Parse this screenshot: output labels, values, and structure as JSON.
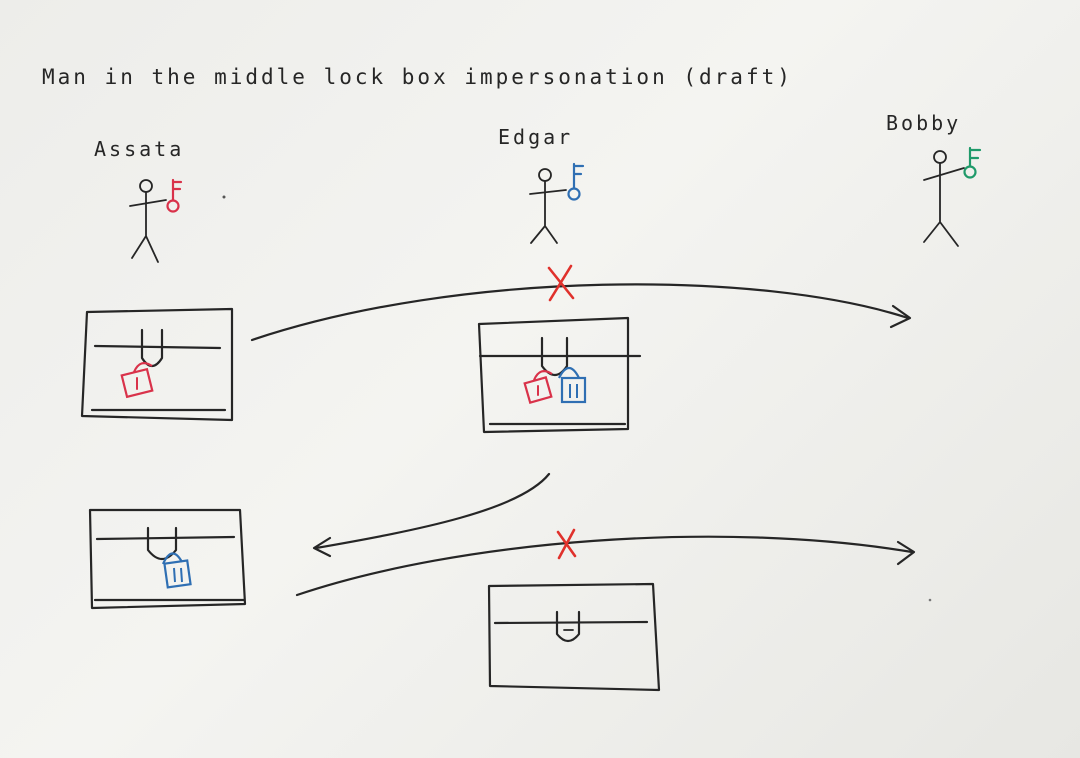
{
  "title": "Man in the middle lock box impersonation (draft)",
  "actors": [
    {
      "name": "Assata",
      "key_color": "#d9324a"
    },
    {
      "name": "Edgar",
      "key_color": "#2f6fb3"
    },
    {
      "name": "Bobby",
      "key_color": "#1f9a6a"
    }
  ],
  "colors": {
    "ink": "#262626",
    "lock_red": "#d9324a",
    "lock_blue": "#2f6fb3",
    "key_green": "#1f9a6a",
    "blocked_x": "#e0312c"
  },
  "steps": [
    {
      "from": "Assata",
      "to": "Bobby",
      "box_locks": [
        "red"
      ],
      "intercepted_by": "Edgar",
      "blocked": true
    },
    {
      "from": "Edgar",
      "to": "Assata",
      "box_locks": [
        "red",
        "blue"
      ]
    },
    {
      "from": "Assata",
      "to": "Bobby",
      "box_locks": [
        "blue"
      ],
      "blocked": true
    },
    {
      "box_locks": []
    }
  ]
}
